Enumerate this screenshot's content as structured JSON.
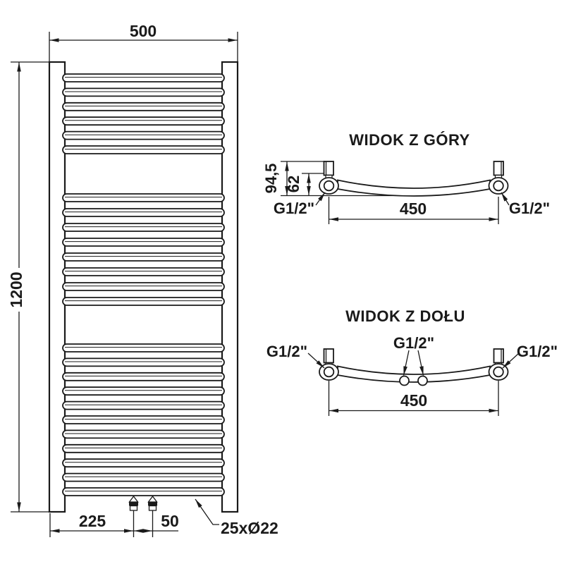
{
  "front": {
    "width_label": "500",
    "height_label": "1200",
    "inlet_offset_label": "225",
    "inlet_spacing_label": "50",
    "tube_spec_label": "25xØ22",
    "rung_groups": [
      6,
      8,
      11
    ]
  },
  "top_view": {
    "title": "WIDOK Z GÓRY",
    "total_depth_label": "94,5",
    "axis_depth_label": "62",
    "connector_span_label": "450",
    "left_connector_label": "G1/2\"",
    "right_connector_label": "G1/2\""
  },
  "bottom_view": {
    "title": "WIDOK Z DOŁU",
    "connector_span_label": "450",
    "left_connector_label": "G1/2\"",
    "center_connector_label": "G1/2\"",
    "right_connector_label": "G1/2\""
  },
  "colors": {
    "line": "#1a1a1a",
    "background": "#ffffff"
  }
}
